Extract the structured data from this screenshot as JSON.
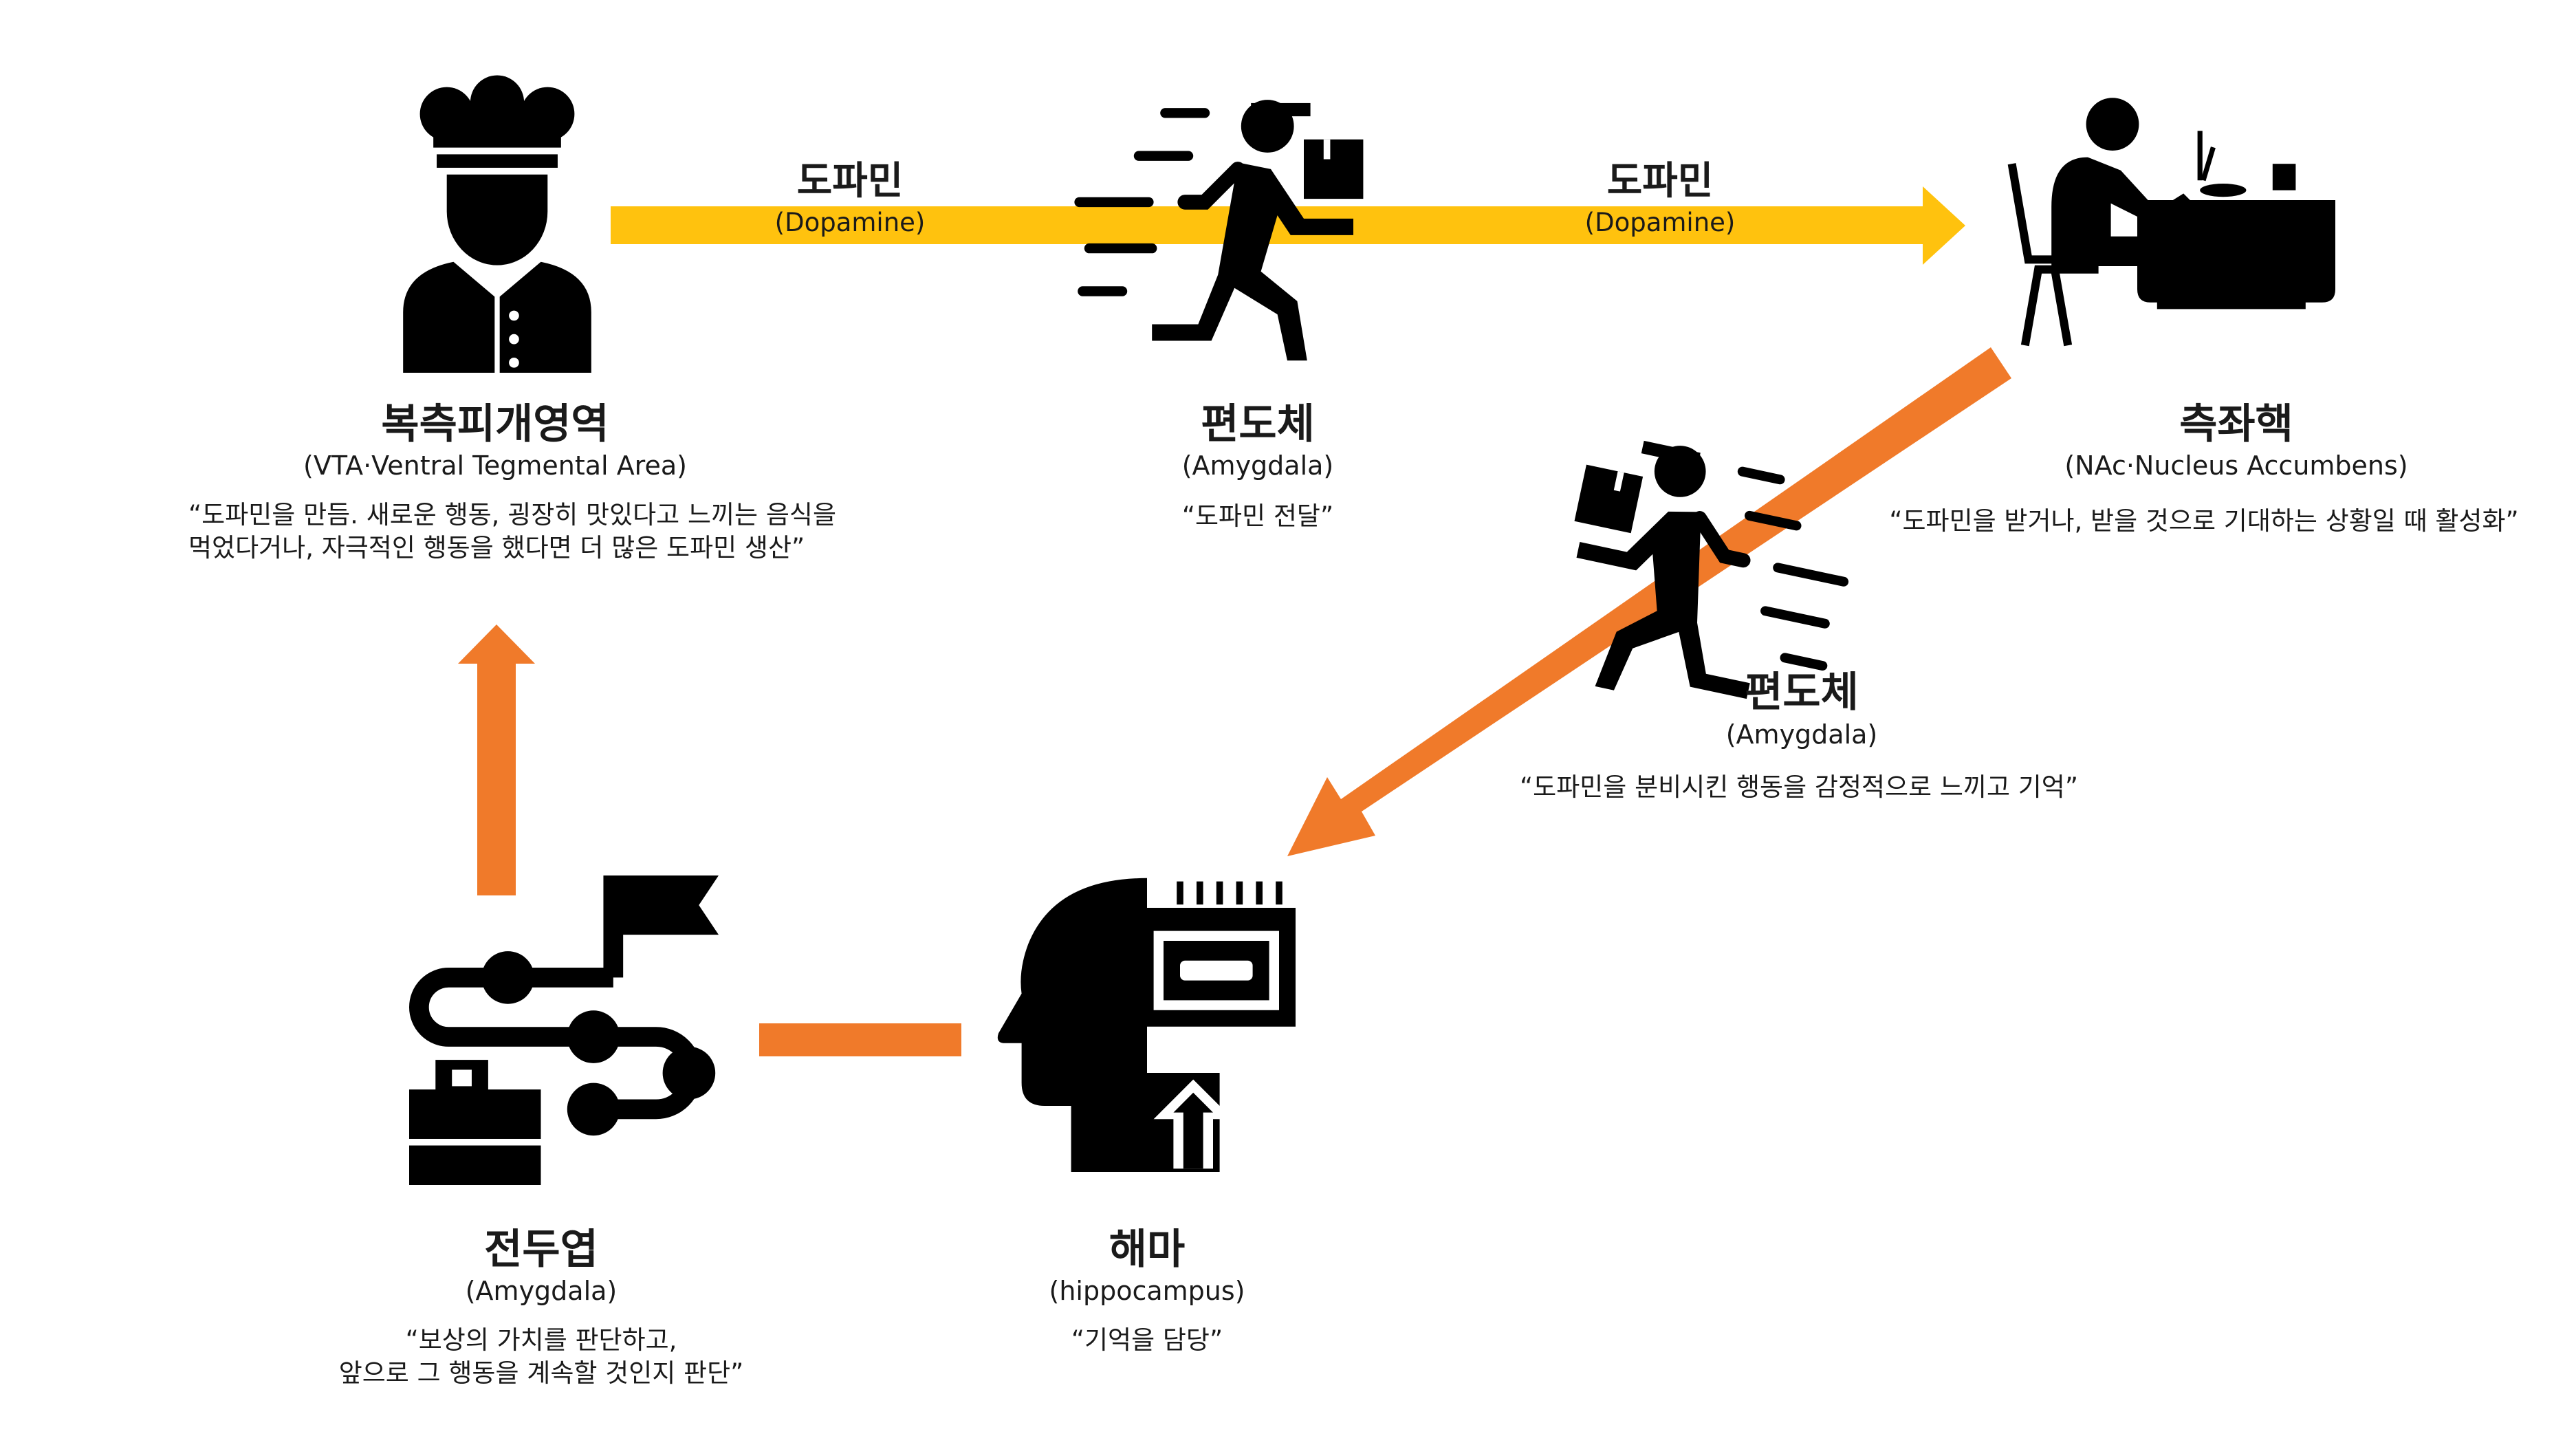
{
  "colors": {
    "yellow": "#FFC20E",
    "orange": "#F07A2A",
    "icon": "#000000",
    "text": "#1a1a1a"
  },
  "arrows": {
    "dopamine_1": {
      "title": "도파민",
      "sub": "(Dopamine)"
    },
    "dopamine_2": {
      "title": "도파민",
      "sub": "(Dopamine)"
    }
  },
  "nodes": {
    "vta": {
      "icon": "chef-icon",
      "title": "복측피개영역",
      "sub": "(VTA·Ventral Tegmental Area)",
      "quote_lines": [
        "“도파민을 만듬. 새로운 행동, 굉장히 맛있다고 느끼는 음식을",
        "먹었다거나, 자극적인 행동을 했다면 더 많은 도파민 생산”"
      ]
    },
    "amygdala_top": {
      "icon": "courier-icon",
      "title": "편도체",
      "sub": "(Amygdala)",
      "quote": "“도파민 전달”"
    },
    "nac": {
      "icon": "diner-icon",
      "title": "측좌핵",
      "sub": "(NAc·Nucleus Accumbens)",
      "quote": "“도파민을 받거나, 받을 것으로 기대하는 상황일 때 활성화”"
    },
    "amygdala_mid": {
      "icon": "courier-icon",
      "title": "편도체",
      "sub": "(Amygdala)",
      "quote": "“도파민을 분비시킨 행동을 감정적으로 느끼고 기억”"
    },
    "frontal": {
      "icon": "roadmap-icon",
      "title": "전두엽",
      "sub": "(Amygdala)",
      "quote_lines": [
        "“보상의 가치를 판단하고,",
        "앞으로 그 행동을 계속할 것인지 판단”"
      ]
    },
    "hippocampus": {
      "icon": "head-chip-icon",
      "title": "해마",
      "sub": "(hippocampus)",
      "quote": "“기억을 담당”"
    }
  }
}
